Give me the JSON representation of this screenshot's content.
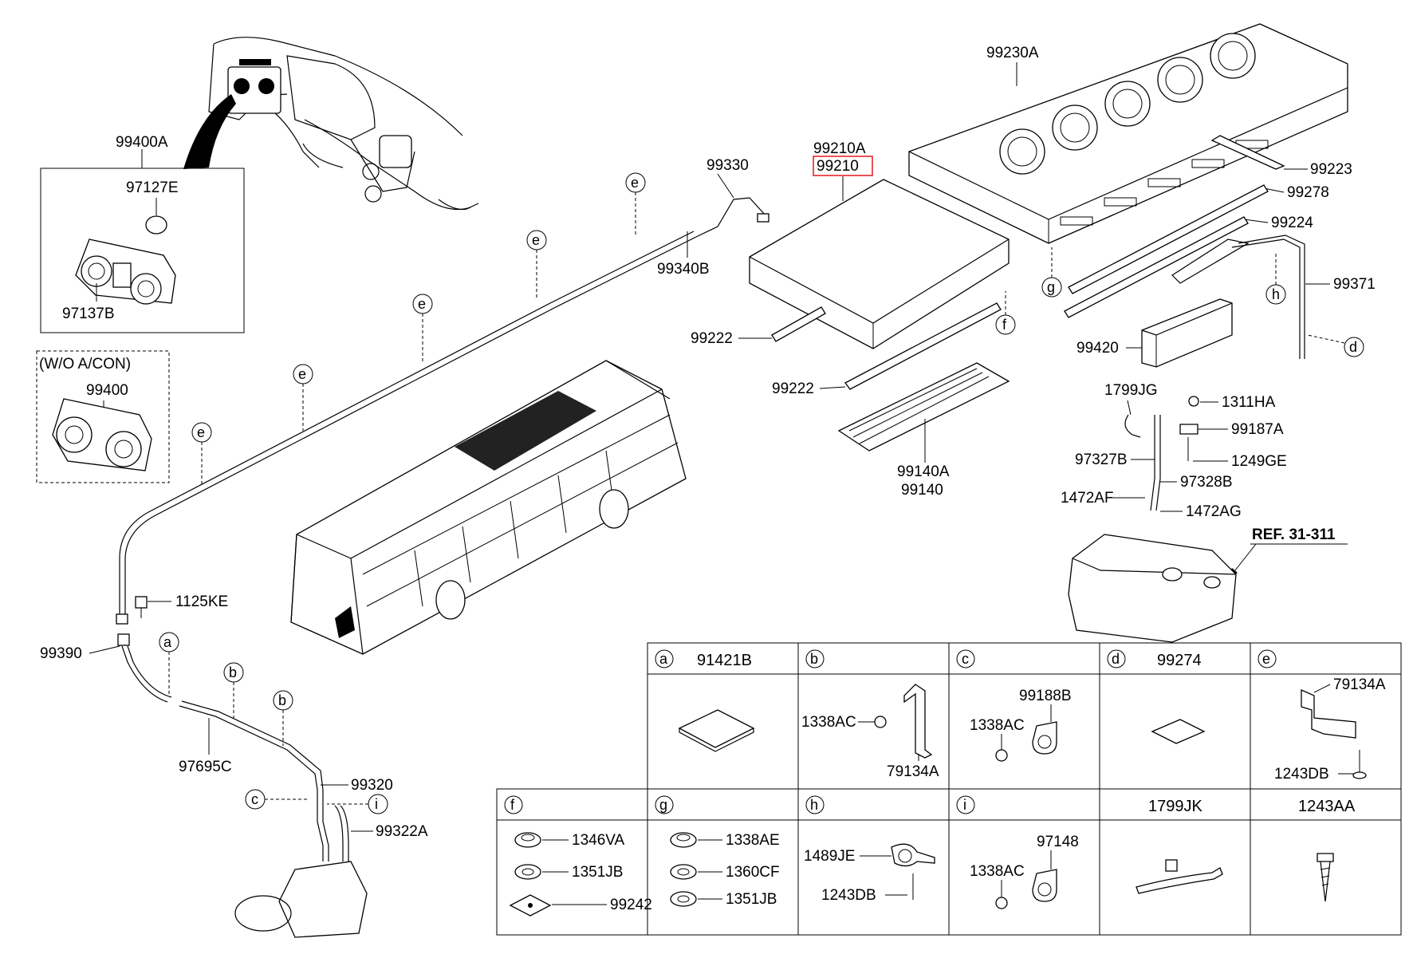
{
  "labels": {
    "p99400A": "99400A",
    "p97127E": "97127E",
    "p97137B": "97137B",
    "wo_acon": "(W/O A/CON)",
    "p99400": "99400",
    "p99330": "99330",
    "p99340B": "99340B",
    "p99210A": "99210A",
    "p99210": "99210",
    "p99230A": "99230A",
    "p99223": "99223",
    "p99278": "99278",
    "p99224": "99224",
    "p99371": "99371",
    "p99420": "99420",
    "p99222a": "99222",
    "p99222b": "99222",
    "p99140A": "99140A",
    "p99140": "99140",
    "p1799JG": "1799JG",
    "p1311HA": "1311HA",
    "p99187A": "99187A",
    "p1249GE": "1249GE",
    "p97327B": "97327B",
    "p97328B": "97328B",
    "p1472AF": "1472AF",
    "p1472AG": "1472AG",
    "ref": "REF. 31-311",
    "p1125KE": "1125KE",
    "p99390": "99390",
    "p97695C": "97695C",
    "p99320": "99320",
    "p99322A": "99322A"
  },
  "callouts": {
    "a": "a",
    "b": "b",
    "c": "c",
    "d": "d",
    "e": "e",
    "f": "f",
    "g": "g",
    "h": "h",
    "i": "i"
  },
  "table": {
    "row1": {
      "a_letter": "a",
      "a_part": "91421B",
      "b_letter": "b",
      "c_letter": "c",
      "d_letter": "d",
      "d_part": "99274",
      "e_letter": "e",
      "b_p1": "1338AC",
      "b_p2": "79134A",
      "c_p1": "99188B",
      "c_p2": "1338AC",
      "e_p1": "79134A",
      "e_p2": "1243DB"
    },
    "row2": {
      "f_letter": "f",
      "g_letter": "g",
      "h_letter": "h",
      "i_letter": "i",
      "jk_part": "1799JK",
      "aa_part": "1243AA",
      "f_p1": "1346VA",
      "f_p2": "1351JB",
      "f_p3": "99242",
      "g_p1": "1338AE",
      "g_p2": "1360CF",
      "g_p3": "1351JB",
      "h_p1": "1489JE",
      "h_p2": "1243DB",
      "i_p1": "97148",
      "i_p2": "1338AC"
    }
  },
  "highlight_color": "#e8262c"
}
